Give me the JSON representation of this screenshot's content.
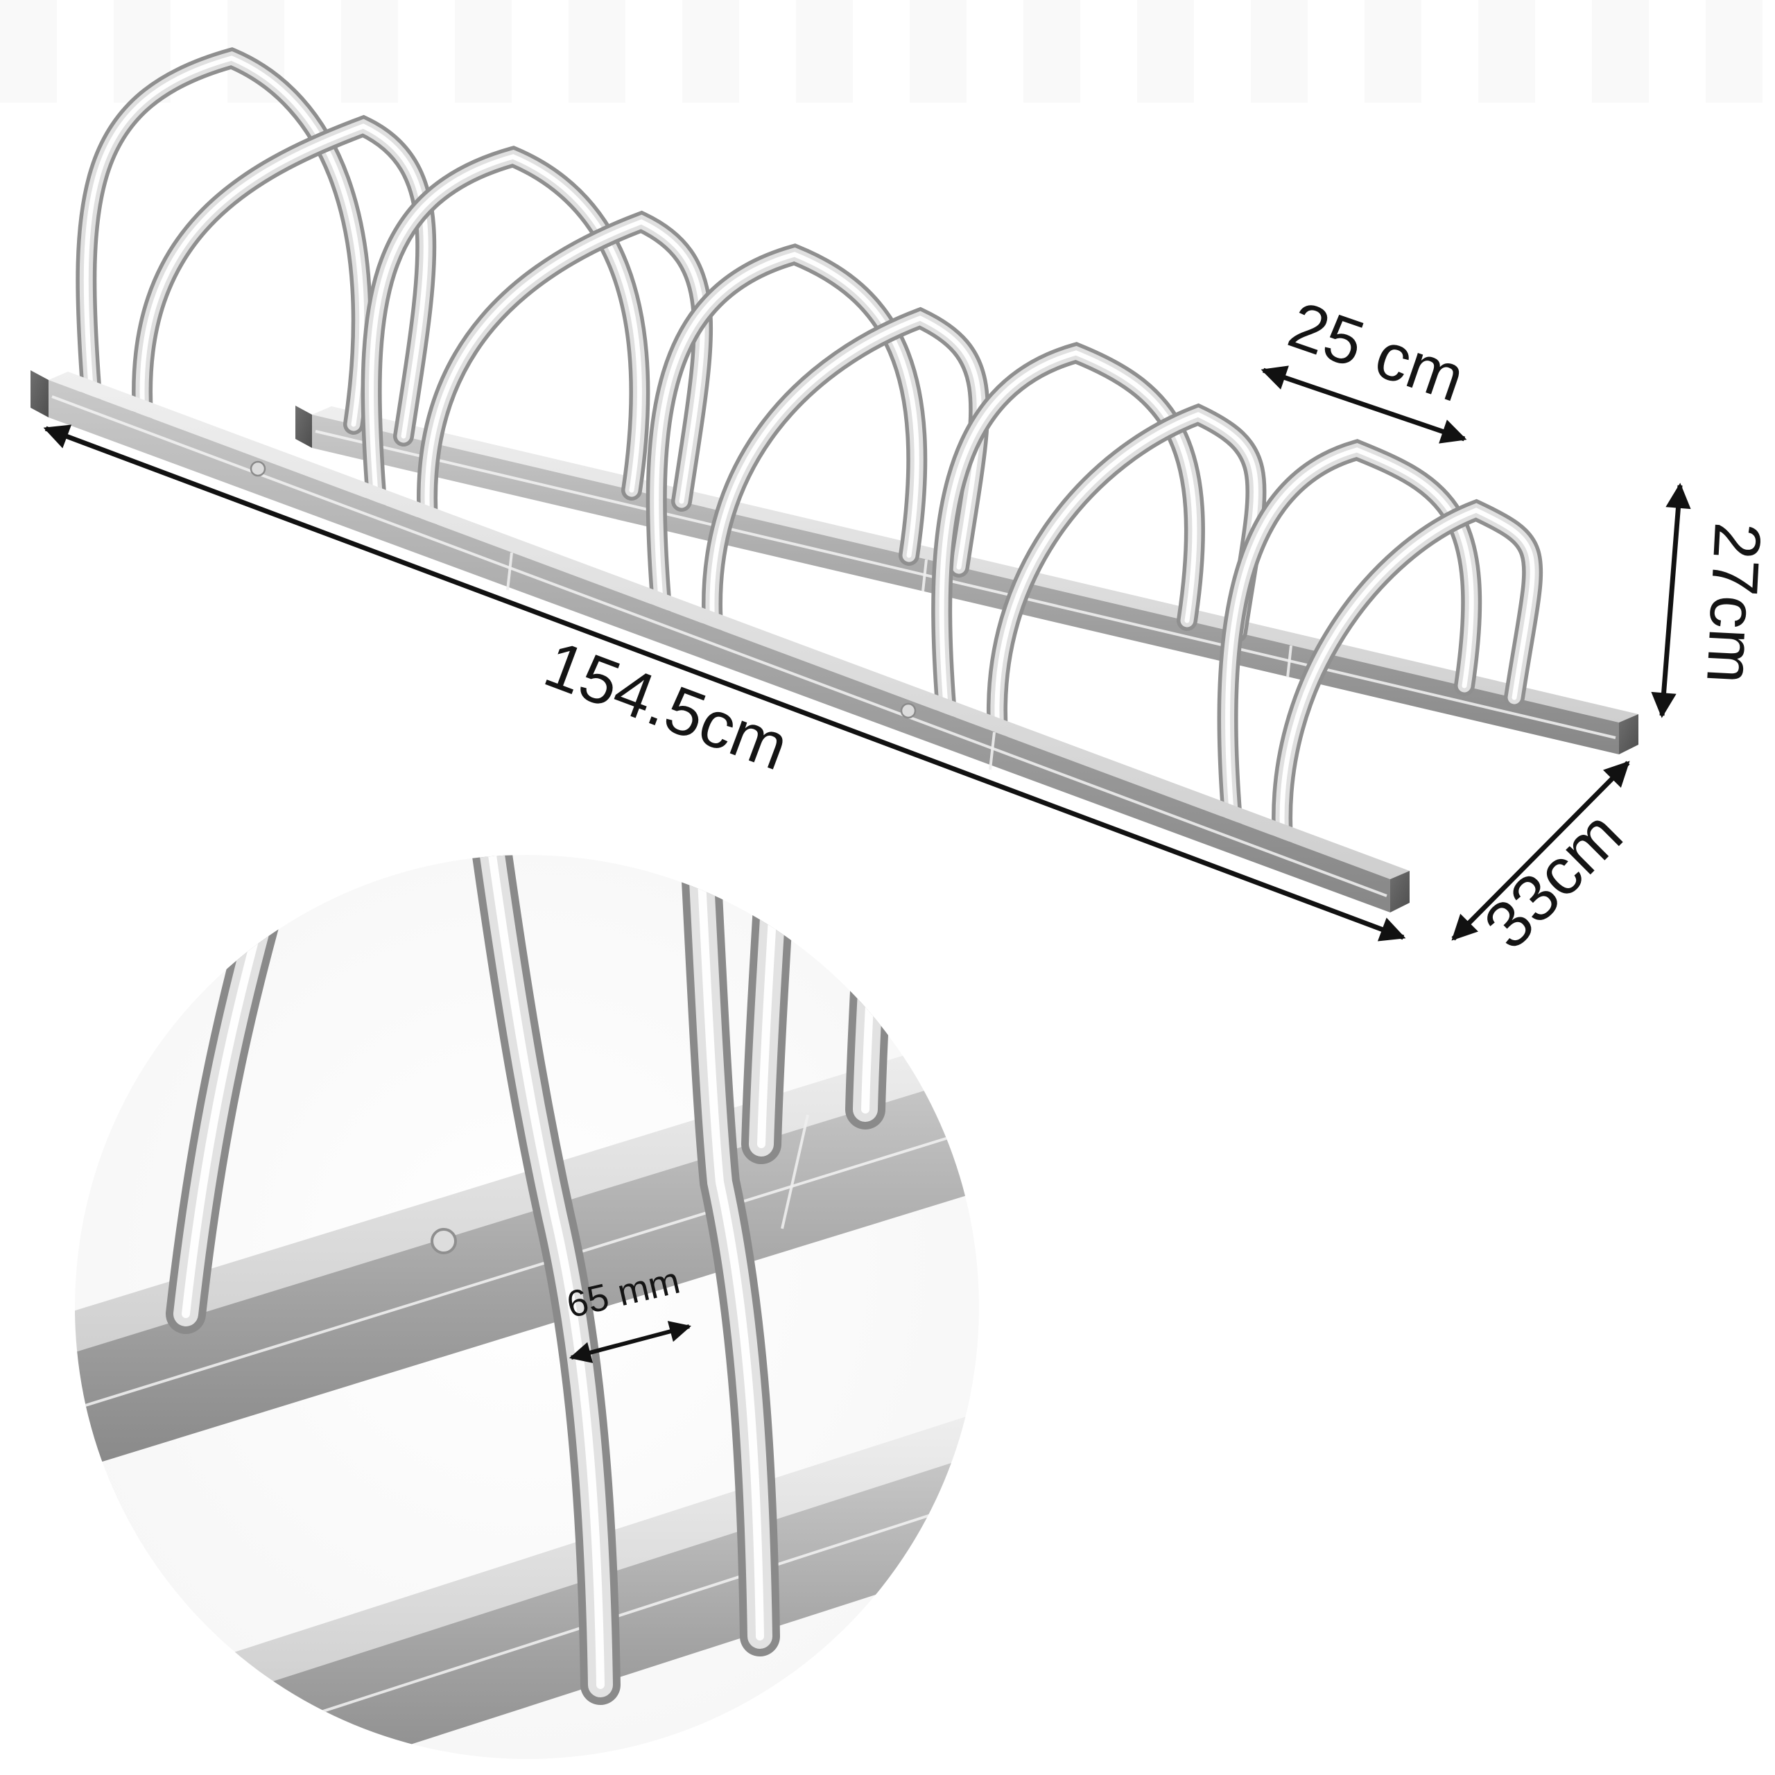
{
  "dimensions": {
    "length_label": "154.5cm",
    "height_label": "27cm",
    "depth_label": "33cm",
    "hoop_spacing_label": "25 cm",
    "tube_gap_label": "65 mm"
  },
  "colors": {
    "annotation": "#111111",
    "metal_highlight": "#ffffff",
    "metal_light": "#e0e0e0",
    "metal_mid": "#a9a9a9",
    "metal_dark": "#8a8a8a",
    "background": "#ffffff"
  }
}
